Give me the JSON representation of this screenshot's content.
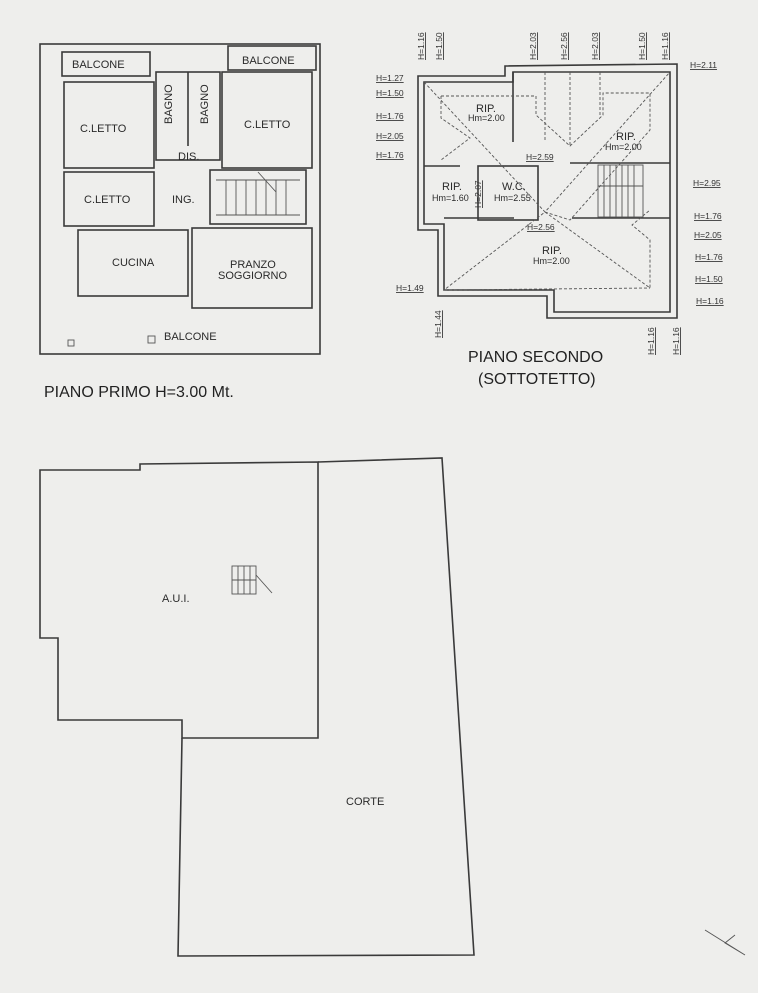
{
  "piano_primo": {
    "title": "PIANO PRIMO H=3.00 Mt.",
    "rooms": {
      "balcone_left": "BALCONE",
      "balcone_right": "BALCONE",
      "balcone_bottom": "BALCONE",
      "bagno1": "BAGNO",
      "bagno2": "BAGNO",
      "c_letto_1": "C.LETTO",
      "c_letto_2": "C.LETTO",
      "c_letto_3": "C.LETTO",
      "dis": "DIS.",
      "ing": "ING.",
      "cucina": "CUCINA",
      "pranzo": "PRANZO",
      "soggiorno": "SOGGIORNO"
    }
  },
  "piano_secondo": {
    "title": "PIANO SECONDO",
    "subtitle": "(SOTTOTETTO)",
    "rooms": {
      "rip1": "RIP.",
      "rip1_h": "Hm=2.00",
      "rip2": "RIP.",
      "rip2_h": "Hm=2.00",
      "rip3": "RIP.",
      "rip3_h": "Hm=1.60",
      "wc": "W.C.",
      "wc_h": "Hm=2.55",
      "rip4": "RIP.",
      "rip4_h": "Hm=2.00"
    },
    "heights_top": [
      "H=1.16",
      "H=1.50",
      "H=2.03",
      "H=2.56",
      "H=2.03",
      "H=1.50",
      "H=1.16"
    ],
    "heights_left": [
      "H=1.27",
      "H=1.50",
      "H=1.76",
      "H=2.05",
      "H=1.76"
    ],
    "heights_right": [
      "H=2.11",
      "H=2.95",
      "H=1.76",
      "H=2.05",
      "H=1.76",
      "H=1.50",
      "H=1.16"
    ],
    "heights_inner": {
      "h259": "H=2.59",
      "h256": "H=2.56",
      "h207": "H=2.07",
      "h149": "H=1.49",
      "h144": "H=1.44"
    },
    "heights_bottom": [
      "H=1.16",
      "H=1.16"
    ]
  },
  "piano_terra": {
    "aui": "A.U.I.",
    "corte": "CORTE"
  }
}
